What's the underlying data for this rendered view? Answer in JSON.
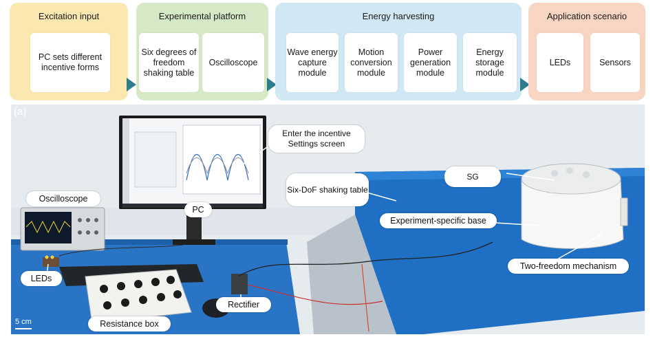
{
  "colors": {
    "excitation_bg": "#fbe8b0",
    "platform_bg": "#d6e9c6",
    "energy_bg": "#cfe8f3",
    "application_bg": "#f8d5c2",
    "arrow": "#2e7d8c",
    "photo_floor": "#1f6fc4"
  },
  "flow": {
    "excitation": {
      "title": "Excitation input",
      "cards": [
        "PC sets different incentive forms"
      ]
    },
    "platform": {
      "title": "Experimental platform",
      "cards": [
        "Six degrees of freedom shaking table",
        "Oscilloscope"
      ]
    },
    "energy": {
      "title": "Energy harvesting",
      "cards": [
        "Wave energy capture module",
        "Motion conversion module",
        "Power generation module",
        "Energy storage module"
      ]
    },
    "application": {
      "title": "Application scenario",
      "cards": [
        "LEDs",
        "Sensors"
      ]
    }
  },
  "photo": {
    "panel_label": "(a)",
    "labels": {
      "screen": "Enter the incentive Settings screen",
      "shaking_table": "Six-DoF shaking table",
      "sg": "SG",
      "base": "Experiment-specific base",
      "mechanism": "Two-freedom mechanism",
      "oscilloscope": "Oscilloscope",
      "pc": "PC",
      "leds": "LEDs",
      "rectifier": "Rectifier",
      "resistance_box": "Resistance box",
      "scale": "5 cm"
    }
  }
}
